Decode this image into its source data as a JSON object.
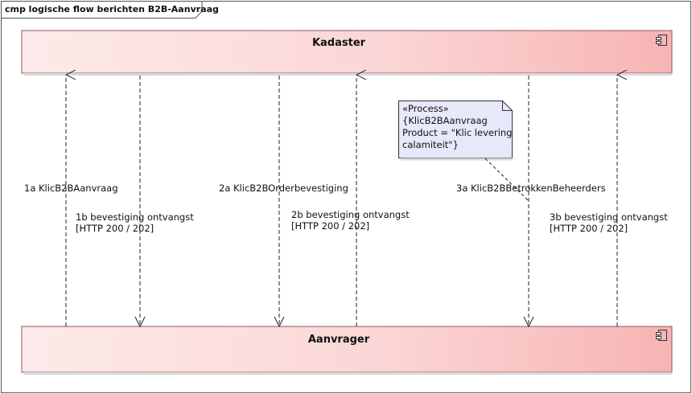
{
  "frame": {
    "title": "cmp logische flow berichten B2B-Aanvraag"
  },
  "components": {
    "top": {
      "name": "Kadaster"
    },
    "bottom": {
      "name": "Aanvrager"
    }
  },
  "messages": {
    "m1a": "1a KlicB2BAanvraag",
    "m1b_line1": "1b bevestiging ontvangst",
    "m1b_line2": "[HTTP 200 / 202]",
    "m2a": "2a KlicB2BOrderbevestiging",
    "m2b_line1": "2b bevestiging ontvangst",
    "m2b_line2": "[HTTP 200 / 202]",
    "m3a": "3a KlicB2BBetrokkenBeheerders",
    "m3b_line1": "3b bevestiging ontvangst",
    "m3b_line2": "[HTTP 200 / 202]"
  },
  "note": {
    "line1": "«Process»",
    "line2": "{KlicB2BAanvraag",
    "line3": "Product = \"Klic levering",
    "line4": "calamiteit\"}"
  },
  "colors": {
    "component_fill_left": "#fde8e8",
    "component_fill_right": "#f8b8b8",
    "component_border": "#8a5a5a",
    "note_fill": "#e8e8fb",
    "frame_border": "#555555"
  }
}
